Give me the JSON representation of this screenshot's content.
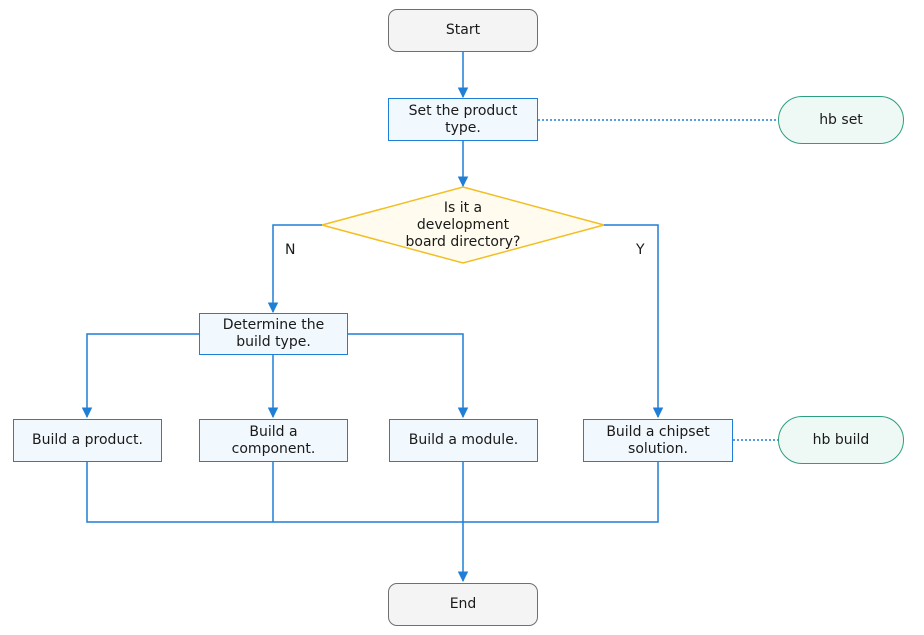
{
  "nodes": {
    "start": "Start",
    "set_type": "Set the product\ntype.",
    "decision": "Is it a\ndevelopment\nboard directory?",
    "determine": "Determine the\nbuild type.",
    "product": "Build a product.",
    "component": "Build a\ncomponent.",
    "module": "Build a module.",
    "chipset": "Build a chipset\nsolution.",
    "end": "End"
  },
  "commands": {
    "set": "hb set",
    "build": "hb build"
  },
  "branches": {
    "no": "N",
    "yes": "Y"
  },
  "colors": {
    "flow_line": "#1f7fd6",
    "process_border": "#1f7fd6",
    "process_fill": "#f1f8fe",
    "decision_border": "#f2be22",
    "decision_fill": "#fffbee",
    "terminal_border": "#6f6f6f",
    "terminal_fill": "#f4f4f4",
    "command_border": "#2e9e80",
    "command_fill": "#eef9f5",
    "dotted_link": "#1f7fd6"
  }
}
